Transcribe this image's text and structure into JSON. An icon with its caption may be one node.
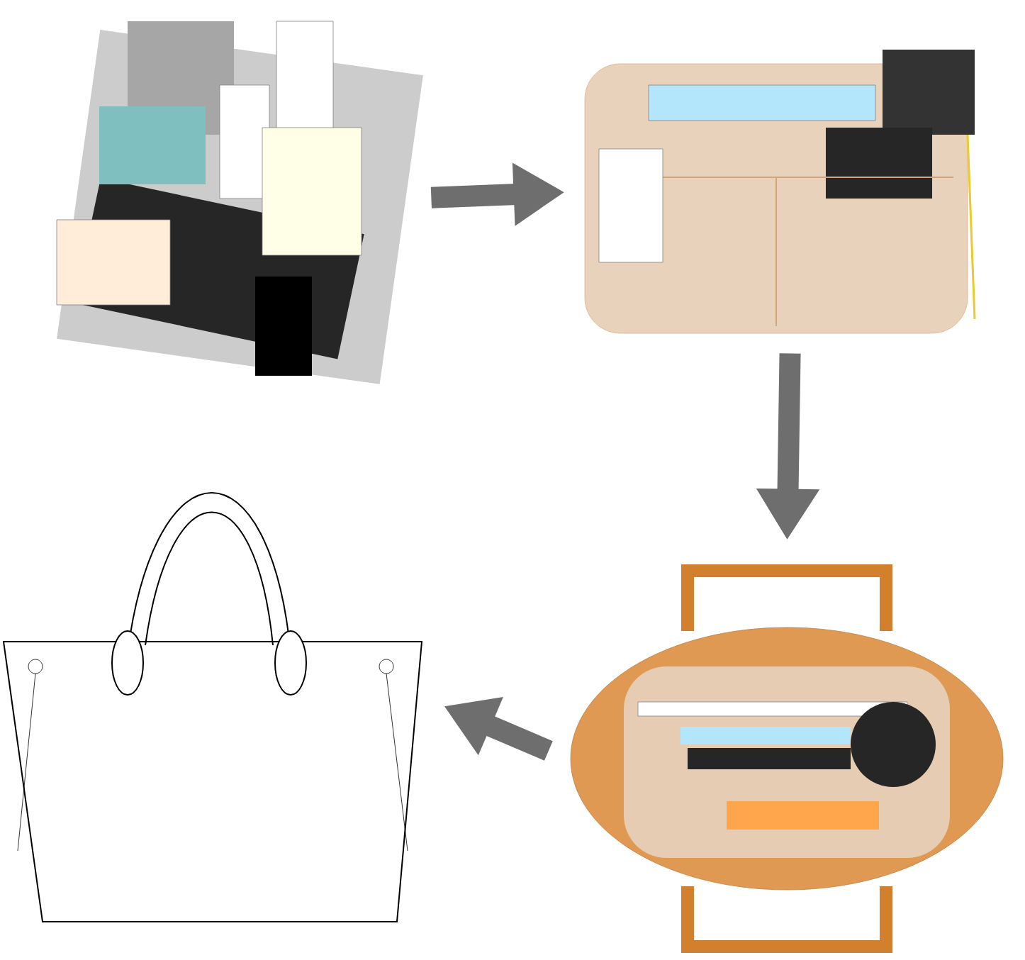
{
  "diagram": {
    "nodes": [
      {
        "text": [],
        "shape": "picture"
      },
      {
        "text": [],
        "shape": "picture"
      },
      {
        "text": [],
        "shape": "picture"
      },
      {
        "text": [],
        "shape": "picture"
      }
    ],
    "edges": [
      {
        "from": 0,
        "to": 1,
        "arrow": "to"
      },
      {
        "from": 1,
        "to": 2,
        "arrow": "to"
      },
      {
        "from": 2,
        "to": 3,
        "arrow": "to"
      }
    ]
  }
}
